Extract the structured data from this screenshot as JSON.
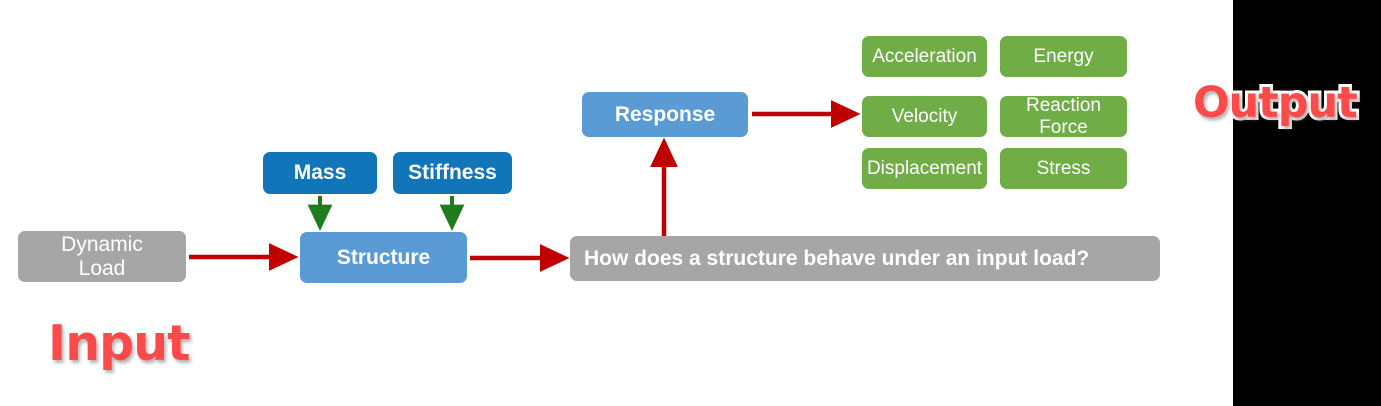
{
  "diagram": {
    "title": "Structural dynamics input-output flow",
    "colors": {
      "gray": "#a6a6a6",
      "light_blue": "#5b9bd5",
      "dark_blue": "#1175b9",
      "green": "#70ad47",
      "red_arrow": "#c00000",
      "green_arrow": "#1e7b1e",
      "wordart_red": "#fb4a4a",
      "band_black": "#000000",
      "background": "#ffffff"
    },
    "input_stage": {
      "load_box": "Dynamic\nLoad",
      "structure_box": "Structure",
      "property_boxes": [
        {
          "label": "Mass"
        },
        {
          "label": "Stiffness"
        }
      ]
    },
    "question_box": "How does a structure behave under an input load?",
    "response_box": "Response",
    "output_stage": {
      "boxes": [
        {
          "label": "Acceleration"
        },
        {
          "label": "Energy"
        },
        {
          "label": "Velocity"
        },
        {
          "label": "Reaction Force"
        },
        {
          "label": "Displacement"
        },
        {
          "label": "Stress"
        }
      ]
    },
    "labels": {
      "input": "Input",
      "output": "Output"
    },
    "arrows": [
      {
        "name": "load-to-structure",
        "color": "#c00000",
        "direction": "right"
      },
      {
        "name": "structure-to-question",
        "color": "#c00000",
        "direction": "right"
      },
      {
        "name": "question-to-response",
        "color": "#c00000",
        "direction": "up"
      },
      {
        "name": "response-to-outputs",
        "color": "#c00000",
        "direction": "right"
      },
      {
        "name": "mass-to-structure",
        "color": "#1e7b1e",
        "direction": "down"
      },
      {
        "name": "stiffness-to-structure",
        "color": "#1e7b1e",
        "direction": "down"
      }
    ]
  }
}
